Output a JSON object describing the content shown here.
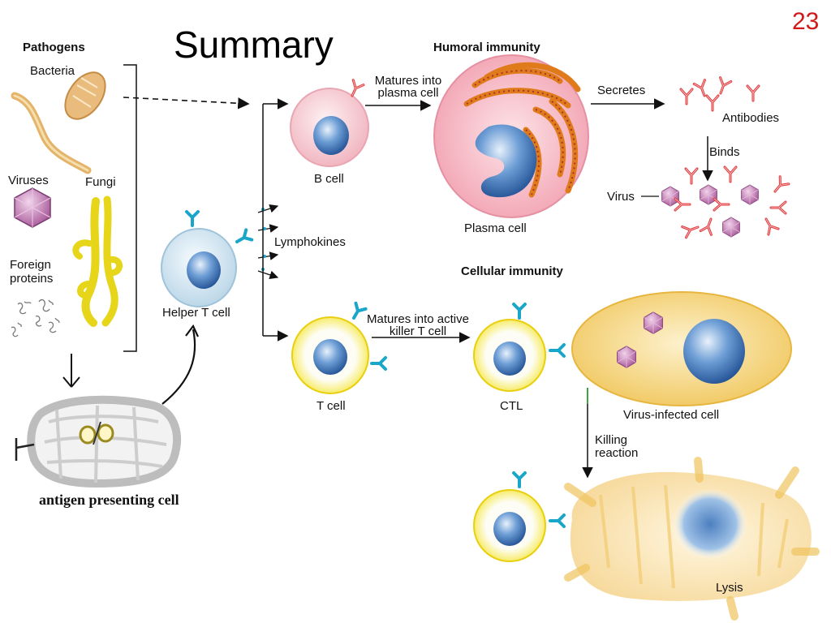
{
  "slide": {
    "title": "Summary",
    "number": "23"
  },
  "pathogens": {
    "heading": "Pathogens",
    "bacteria": "Bacteria",
    "viruses": "Viruses",
    "fungi": "Fungi",
    "foreign_proteins": [
      "Foreign",
      "proteins"
    ]
  },
  "apc": {
    "caption": "antigen presenting cell"
  },
  "helper_t": {
    "label": "Helper T cell"
  },
  "lymphokines": {
    "label": "Lymphokines"
  },
  "humoral": {
    "heading": "Humoral immunity",
    "b_cell": "B cell",
    "matures": [
      "Matures into",
      "plasma cell"
    ],
    "plasma_cell": "Plasma cell",
    "secretes": "Secretes",
    "antibodies": "Antibodies",
    "binds": "Binds",
    "virus": "Virus"
  },
  "cellular": {
    "heading": "Cellular immunity",
    "t_cell": "T cell",
    "matures": [
      "Matures into active",
      "killer T cell"
    ],
    "ctl": "CTL",
    "infected_cell": "Virus-infected cell",
    "killing": [
      "Killing",
      "reaction"
    ],
    "lysis": "Lysis"
  },
  "colors": {
    "title_number": "#d21818",
    "receptor": "#1aa6c8",
    "antibody": "#e2383c",
    "b_cell_fill": "#f6c9cf",
    "plasma_fill": "#f3b3bd",
    "t_cell_ring": "#f2d91c",
    "helper_fill": "#dbeaf3",
    "nucleus": "#3a6fb0",
    "virus": "#c67fb7",
    "infected_fill": "#f3cf6f",
    "lysis_fill": "#f5d593"
  }
}
